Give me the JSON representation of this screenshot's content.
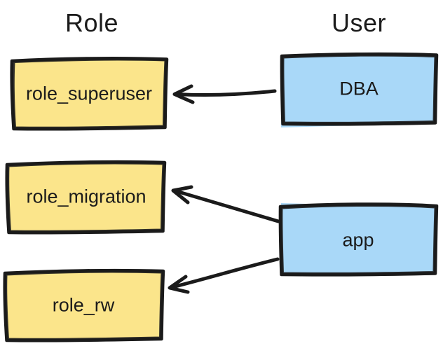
{
  "headings": {
    "role": "Role",
    "user": "User"
  },
  "nodes": {
    "roles": [
      {
        "label": "role_superuser"
      },
      {
        "label": "role_migration"
      },
      {
        "label": "role_rw"
      }
    ],
    "users": [
      {
        "label": "DBA"
      },
      {
        "label": "app"
      }
    ]
  },
  "edges": [
    {
      "from": "DBA",
      "to": "role_superuser"
    },
    {
      "from": "app",
      "to": "role_migration"
    },
    {
      "from": "app",
      "to": "role_rw"
    }
  ],
  "colors": {
    "role_fill": "#fbe58b",
    "user_fill": "#a9d8f8",
    "stroke": "#1b1b1b",
    "text": "#1b1b1b",
    "background": "#ffffff"
  }
}
